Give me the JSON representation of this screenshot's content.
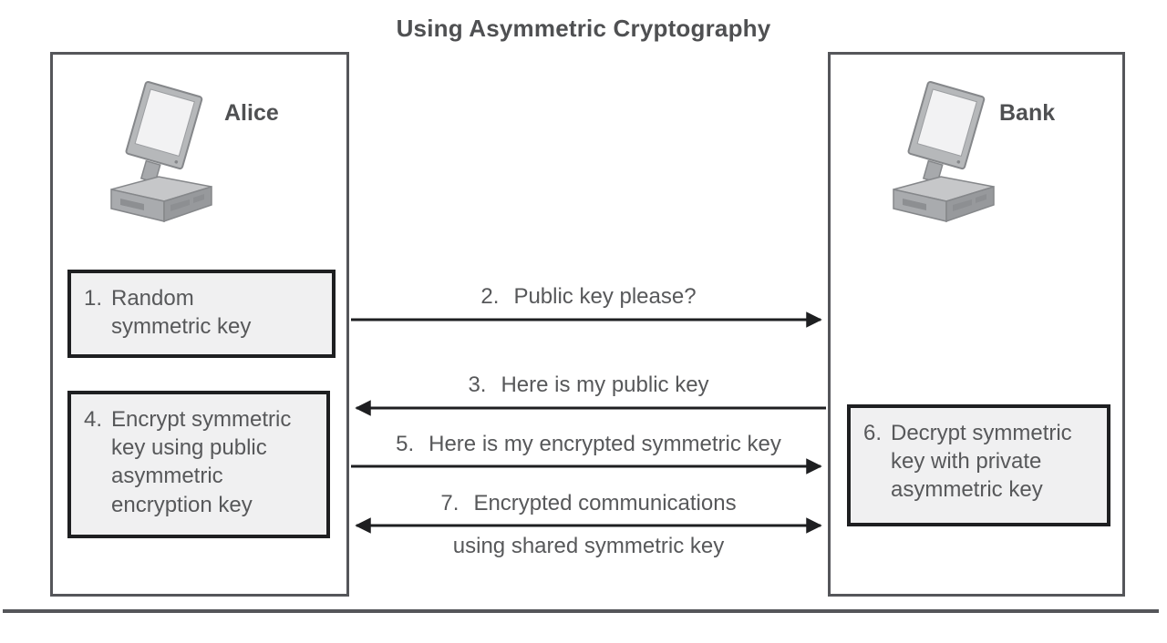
{
  "title": "Using Asymmetric Cryptography",
  "entities": {
    "alice": {
      "label": "Alice"
    },
    "bank": {
      "label": "Bank"
    }
  },
  "boxes": {
    "box1": {
      "num": "1.",
      "text": "Random symmetric key"
    },
    "box4": {
      "num": "4.",
      "text": "Encrypt symmetric key using public asymmetric encryption key"
    },
    "box6": {
      "num": "6.",
      "text": "Decrypt symmetric key with private asymmetric key"
    }
  },
  "messages": {
    "m2": {
      "num": "2.",
      "text": "Public key please?",
      "direction": "alice-to-bank"
    },
    "m3": {
      "num": "3.",
      "text": "Here is my public key",
      "direction": "bank-to-alice"
    },
    "m5": {
      "num": "5.",
      "text": "Here is my encrypted symmetric key",
      "direction": "alice-to-bank"
    },
    "m7": {
      "num": "7.",
      "text": "Encrypted communications",
      "text2": "using shared symmetric key",
      "direction": "bidirectional"
    }
  },
  "colors": {
    "text": "#57585a",
    "box_fill": "#f0f0f1",
    "box_border": "#1e1f21",
    "panel_border": "#55565a",
    "arrow": "#1e1f21"
  }
}
